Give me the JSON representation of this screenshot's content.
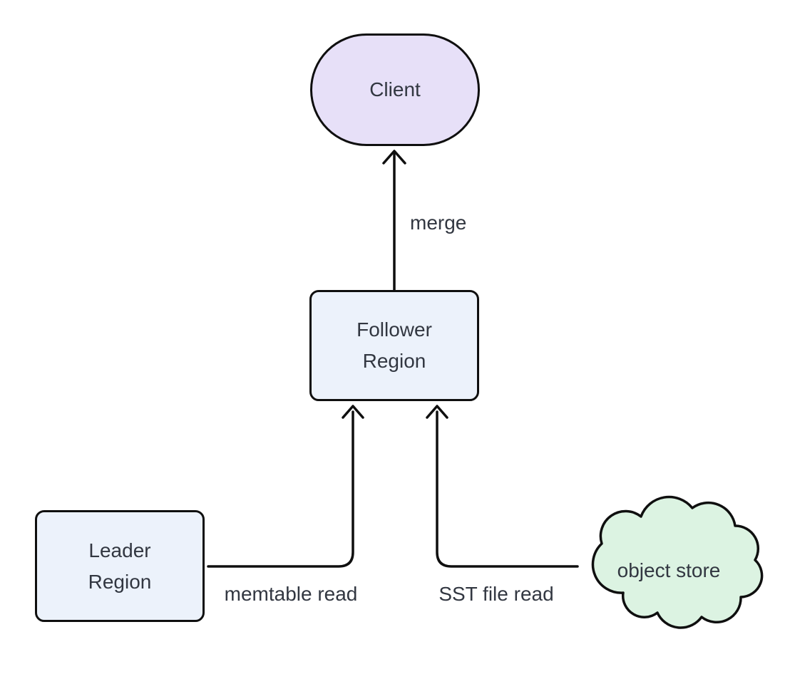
{
  "diagram": {
    "type": "flowchart",
    "direction": "bottom-to-top",
    "background_color": "#ffffff",
    "stroke_color": "#0f0f0f",
    "text_color": "#323741",
    "nodes": [
      {
        "id": "client",
        "label": "Client",
        "shape": "stadium",
        "fill": "#e7e0f8"
      },
      {
        "id": "follower",
        "label": "Follower Region",
        "shape": "rounded-rect",
        "fill": "#ecf2fb"
      },
      {
        "id": "leader",
        "label": "Leader Region",
        "shape": "rounded-rect",
        "fill": "#ecf2fb"
      },
      {
        "id": "object_store",
        "label": "object store",
        "shape": "cloud",
        "fill": "#dcf3e2"
      }
    ],
    "edges": [
      {
        "from": "follower",
        "to": "client",
        "label": "merge",
        "arrow": "open-chevron"
      },
      {
        "from": "leader",
        "to": "follower",
        "label": "memtable read",
        "arrow": "open-chevron"
      },
      {
        "from": "object_store",
        "to": "follower",
        "label": "SST file read",
        "arrow": "open-chevron"
      }
    ]
  }
}
